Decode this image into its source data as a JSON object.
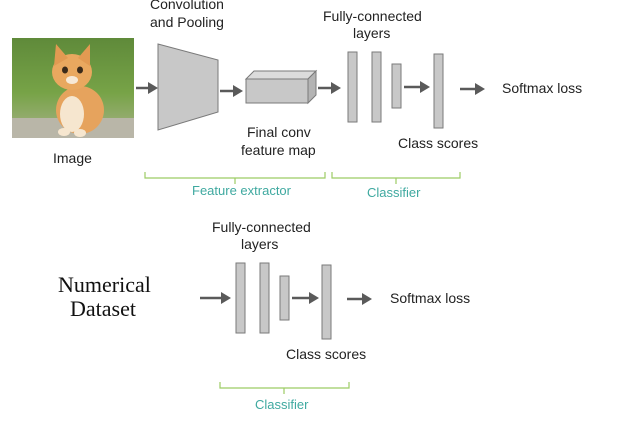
{
  "top": {
    "input_label": "Image",
    "conv_label_line1": "Convolution",
    "conv_label_line2": "and Pooling",
    "fc_label_line1": "Fully-connected",
    "fc_label_line2": "layers",
    "final_label_line1": "Final conv",
    "final_label_line2": "feature map",
    "class_scores": "Class scores",
    "softmax": "Softmax loss",
    "feature_extractor": "Feature extractor",
    "classifier": "Classifier"
  },
  "bottom": {
    "input_line1": "Numerical",
    "input_line2": "Dataset",
    "fc_label_line1": "Fully-connected",
    "fc_label_line2": "layers",
    "class_scores": "Class scores",
    "softmax": "Softmax loss",
    "classifier": "Classifier"
  },
  "colors": {
    "bracket": "#9ccc65",
    "bracket_label": "#3fa9a0",
    "layer_fill": "#c8c8c8",
    "arrow": "#5a5a5a"
  }
}
